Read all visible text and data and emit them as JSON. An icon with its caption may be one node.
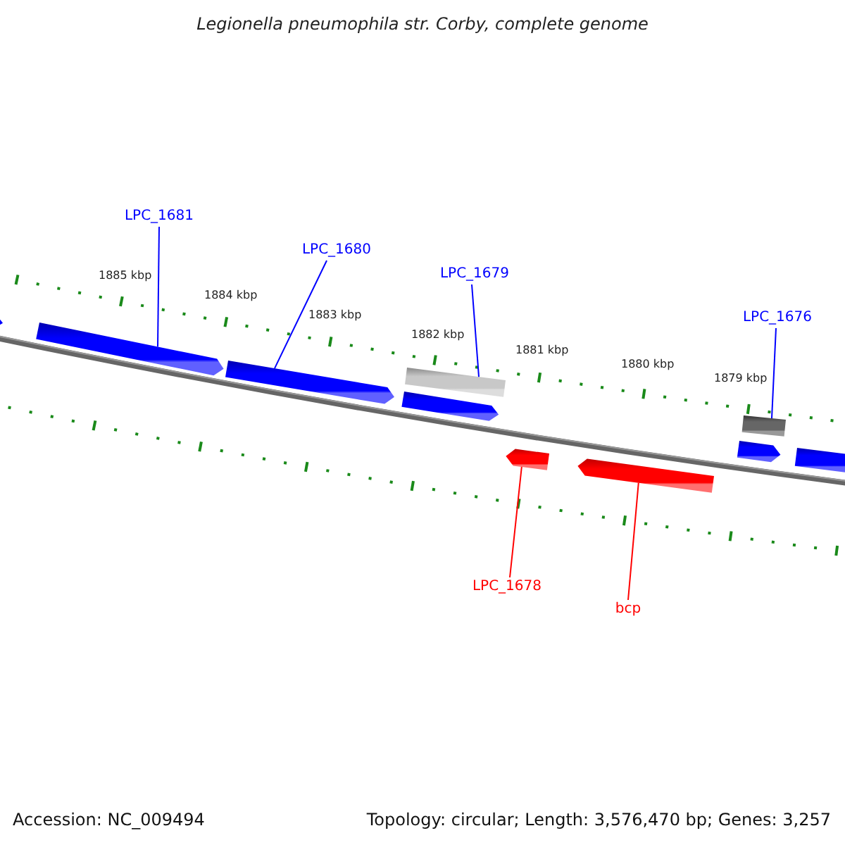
{
  "diagram": {
    "title": "Legionella pneumophila str. Corby, complete genome",
    "nodes": [
      {
        "text": [
          "LPC_1681"
        ]
      },
      {
        "text": [
          "LPC_1680"
        ]
      },
      {
        "text": [
          "LPC_1679"
        ]
      },
      {
        "text": [
          "LPC_1676"
        ]
      },
      {
        "text": [],
        "shape": "bar"
      },
      {
        "text": [],
        "shape": "bar"
      },
      {
        "text": [],
        "shape": "bar"
      },
      {
        "text": [],
        "shape": "bar"
      },
      {
        "text": [],
        "shape": "bar"
      },
      {
        "text": [],
        "shape": "bar"
      },
      {
        "text": [],
        "shape": "bar"
      },
      {
        "text": [],
        "shape": "bar"
      },
      {
        "text": [],
        "shape": "bar"
      },
      {
        "text": [],
        "shape": "bar"
      },
      {
        "text": [
          "LPC_1678"
        ]
      },
      {
        "text": [
          "bcp"
        ]
      }
    ],
    "edges": [
      {
        "from": 0,
        "to": 5,
        "arrow": "none"
      },
      {
        "from": 1,
        "to": 6,
        "arrow": "none"
      },
      {
        "from": 2,
        "to": 7,
        "arrow": "none"
      },
      {
        "from": 3,
        "to": 11,
        "arrow": "none"
      },
      {
        "from": 14,
        "to": 9,
        "arrow": "none",
        "color": "#ff0000"
      },
      {
        "from": 15,
        "to": 10,
        "arrow": "none",
        "color": "#ff0000"
      }
    ],
    "labels": [
      "1885 kbp",
      "1884 kbp",
      "1883 kbp",
      "1882 kbp",
      "1881 kbp",
      "1880 kbp",
      "1879 kbp",
      "Accession: NC_009494",
      "Topology: circular; Length: 3,576,470 bp; Genes: 3,257"
    ]
  }
}
